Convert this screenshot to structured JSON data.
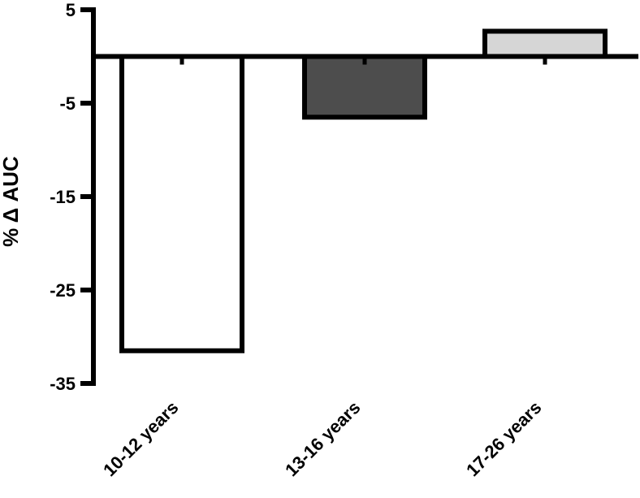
{
  "chart_data": {
    "type": "bar",
    "title": "",
    "xlabel": "",
    "ylabel": "% Δ AUC",
    "ylim": [
      -35,
      5
    ],
    "yticks": [
      5,
      -5,
      -15,
      -25,
      -35
    ],
    "categories": [
      "10-12 years",
      "13-16 years",
      "17-26 years"
    ],
    "values": [
      -31.5,
      -6.5,
      2.7
    ],
    "colors": [
      "#ffffff",
      "#4d4d4d",
      "#d6d6d6"
    ],
    "grid": false,
    "legend": "none"
  }
}
